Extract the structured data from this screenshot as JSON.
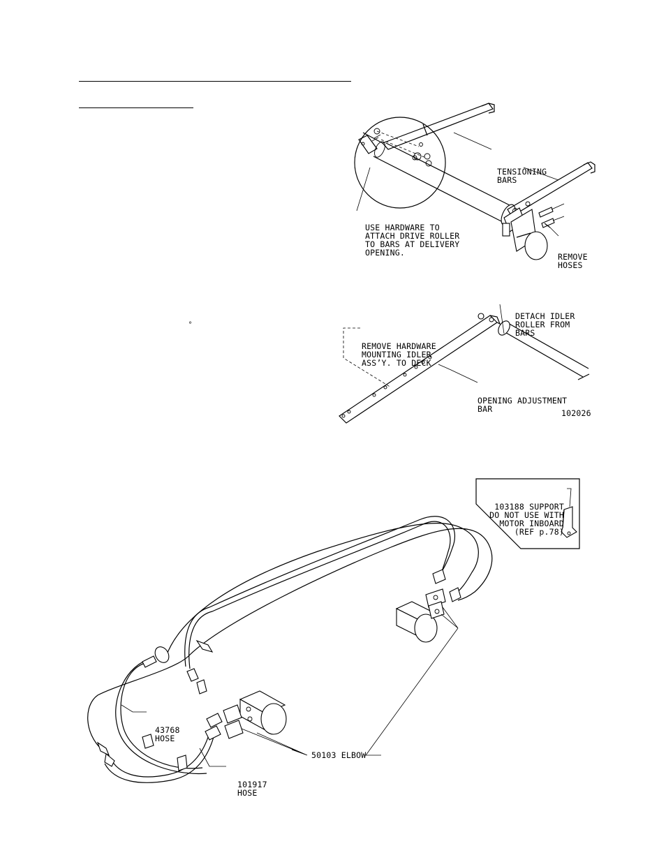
{
  "figure1": {
    "tensioning_bars": [
      "TENSIONING",
      "BARS"
    ],
    "use_hardware": [
      "USE HARDWARE TO",
      "ATTACH DRIVE ROLLER",
      "TO BARS AT DELIVERY",
      "OPENING."
    ],
    "remove_hoses": [
      "REMOVE",
      "HOSES"
    ],
    "detach_idler": [
      "DETACH IDLER",
      "ROLLER FROM",
      "BARS"
    ],
    "remove_hardware": [
      "REMOVE HARDWARE",
      "MOUNTING IDLER",
      "ASS’Y. TO DECK"
    ],
    "opening_adjustment": [
      "OPENING ADJUSTMENT",
      "BAR"
    ],
    "figure_number": "102026",
    "degree_symbol": "°"
  },
  "figure2": {
    "support": [
      "103188 SUPPORT",
      "DO NOT USE WITH",
      "MOTOR INBOARD",
      "(REF p.78)"
    ],
    "hose_43768": [
      "43768",
      "HOSE"
    ],
    "hose_101917": [
      "101917",
      "HOSE"
    ],
    "elbow": "50103 ELBOW"
  }
}
